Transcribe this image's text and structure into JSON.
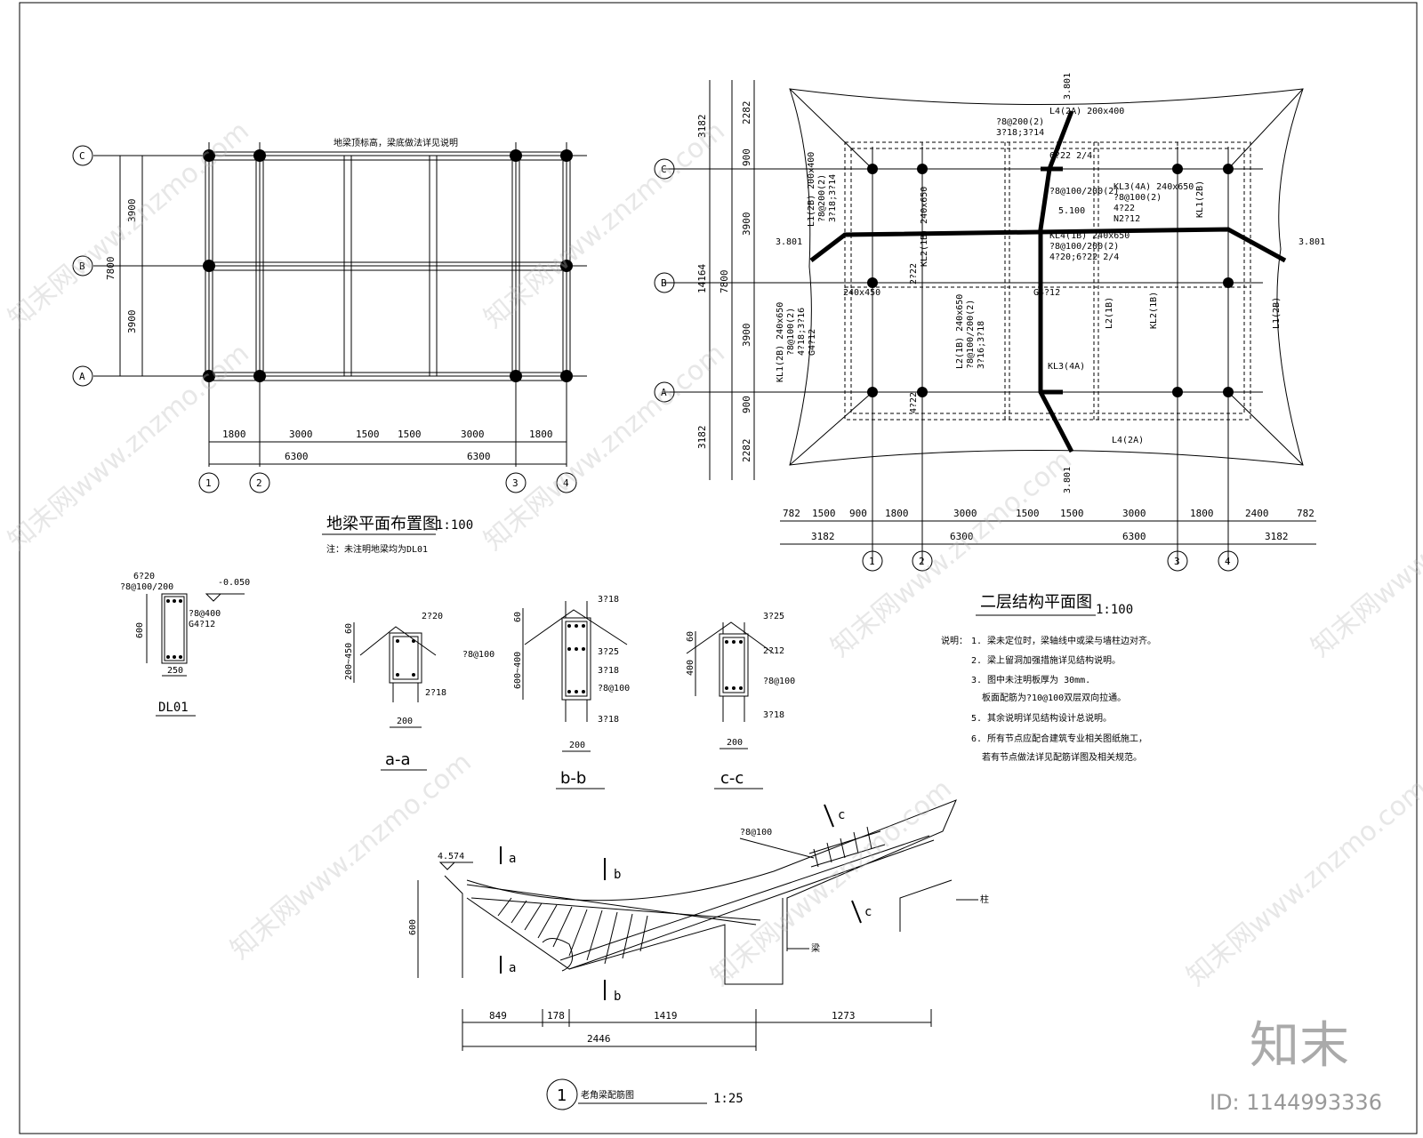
{
  "ground_plan": {
    "axis_letters": [
      "C",
      "B",
      "A"
    ],
    "axis_numbers": [
      "1",
      "2",
      "3",
      "4"
    ],
    "dims_y": [
      "3900",
      "7800",
      "3900"
    ],
    "dims_x_top": [
      "1800",
      "3000",
      "1500",
      "1500",
      "3000",
      "1800"
    ],
    "dims_x_bottom": [
      "6300",
      "6300"
    ],
    "note_top": "地梁顶标高，梁底做法详见说明",
    "title": "地梁平面布置图",
    "scale": "1:100",
    "note": "注：未注明地梁均为DL01"
  },
  "dl01": {
    "name": "DL01",
    "top_bar": "6?20",
    "stirrup": "?8@100/200",
    "level": "-0.050",
    "side1": "?8@400",
    "side2": "G4?12",
    "height": "600",
    "width": "250"
  },
  "sections": [
    {
      "name": "a-a",
      "h": "200~450",
      "t": "60",
      "top": "2?20",
      "stirrup": "?8@100",
      "bottom": "2?18",
      "width": "200"
    },
    {
      "name": "b-b",
      "h": "600~400",
      "t": "60",
      "top": "3?18",
      "mid": "3?25",
      "bar3": "3?18",
      "stirrup": "?8@100",
      "bottom": "3?18",
      "width": "200"
    },
    {
      "name": "c-c",
      "h": "400",
      "t": "60",
      "top": "3?25",
      "mid": "2?12",
      "stirrup": "?8@100",
      "bottom": "3?18",
      "width": "200"
    }
  ],
  "second_floor": {
    "title": "二层结构平面图",
    "scale": "1:100",
    "axis_letters": [
      "C",
      "B",
      "A"
    ],
    "axis_numbers": [
      "1",
      "2",
      "3",
      "4"
    ],
    "dims_y_outer": [
      "3182",
      "14164",
      "3182"
    ],
    "dims_y_inner": [
      "2282",
      "900",
      "3900",
      "7800",
      "3900",
      "900",
      "2282"
    ],
    "dims_x_top": [
      "782",
      "1500",
      "900",
      "1800",
      "3000",
      "1500",
      "1500",
      "3000",
      "1800",
      "2400",
      "782"
    ],
    "dims_x_bottom": [
      "3182",
      "6300",
      "6300",
      "3182"
    ],
    "levels": [
      "3.801",
      "3.801",
      "3.801",
      "3.801",
      "5.100"
    ],
    "beam_labels": [
      "L4(2A) 200x400",
      "?8@200(2)",
      "3?18;3?14",
      "L1(2B) 200x400",
      "?8@200(2)",
      "3?18;3?14",
      "KL3(4A) 240x650",
      "?8@100(2)",
      "4?22",
      "N2?12",
      "KL4(1B) 240x650",
      "?8@100/200(2)",
      "4?20;6?22 2/4",
      "6?22 2/4",
      "?8@100/200(2)",
      "KL1(2B)",
      "KL1(2B) 240x650",
      "?8@100(2)",
      "4?18;3?16",
      "G4?12",
      "L2(1B) 240x650",
      "?8@100/200(2)",
      "3?16;3?18",
      "KL2(1B)",
      "L2(1B)",
      "L1(2B)",
      "KL3(4A)",
      "L4(2A)",
      "240x450",
      "2?22",
      "4?22",
      "G4?12",
      "KL2(1B) 240x650"
    ],
    "notes_label": "说明：",
    "notes": [
      "1. 梁未定位时，梁轴线中或梁与墙柱边对齐。",
      "2. 梁上留洞加强措施详见结构说明。",
      "3. 图中未注明板厚为 30mm.",
      "板面配筋为?10@100双层双向拉通。",
      "5. 其余说明详见结构设计总说明。",
      "6. 所有节点应配合建筑专业相关图纸施工，",
      "若有节点做法详见配筋详图及相关规范。"
    ]
  },
  "corner_beam": {
    "title": "老角梁配筋图",
    "number": "1",
    "scale": "1:25",
    "level": "4.574",
    "height": "600",
    "stirrup": "?8@100",
    "cut_labels": [
      "a",
      "a",
      "b",
      "b",
      "c",
      "c"
    ],
    "dims": [
      "849",
      "178",
      "1419",
      "1273"
    ],
    "total": "2446",
    "label_beam": "梁",
    "label_col": "柱"
  },
  "watermark": {
    "text": "知末网www.znzmo.com",
    "logo": "知末",
    "id": "ID: 1144993336"
  }
}
